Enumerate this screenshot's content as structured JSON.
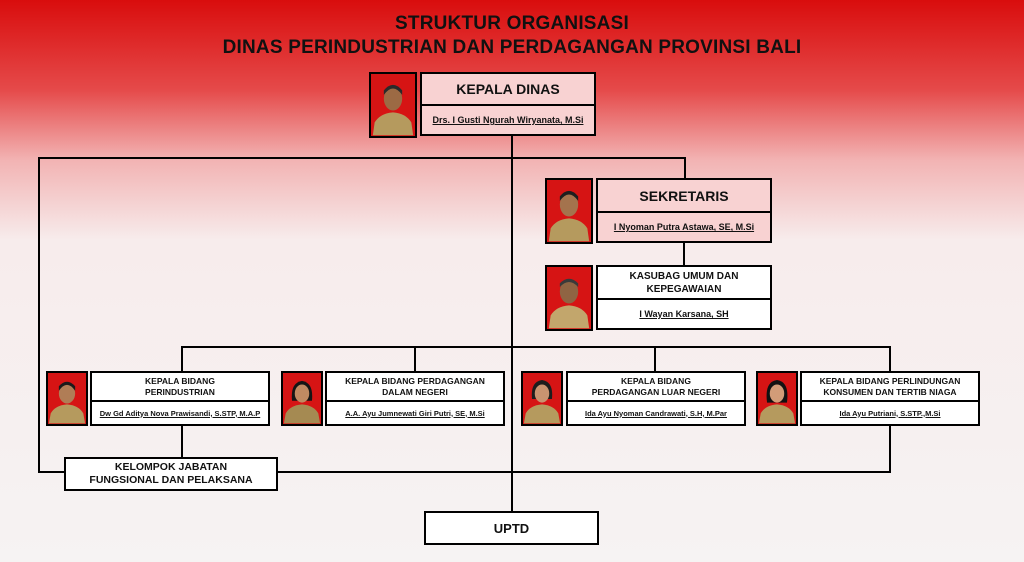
{
  "title": {
    "line1": "STRUKTUR ORGANISASI",
    "line2": "DINAS PERINDUSTRIAN DAN PERDAGANGAN PROVINSI BALI"
  },
  "kepala_dinas": {
    "role": "KEPALA DINAS",
    "name": "Drs. I Gusti Ngurah Wiryanata, M.Si"
  },
  "sekretaris": {
    "role": "SEKRETARIS",
    "name": "I Nyoman Putra Astawa, SE, M.Si"
  },
  "kasubag": {
    "role": "KASUBAG UMUM DAN KEPEGAWAIAN",
    "name": "I Wayan Karsana, SH"
  },
  "bidang": [
    {
      "role": "KEPALA BIDANG PERINDUSTRIAN",
      "name": "Dw Gd Aditya Nova Prawisandi, S.STP, M.A.P"
    },
    {
      "role": "KEPALA BIDANG PERDAGANGAN DALAM NEGERI",
      "name": "A.A. Ayu Jumnewati Giri Putri, SE, M.Si"
    },
    {
      "role": "KEPALA BIDANG PERDAGANGAN LUAR NEGERI",
      "name": "Ida Ayu Nyoman Candrawati, S.H, M.Par"
    },
    {
      "role": "KEPALA BIDANG PERLINDUNGAN KONSUMEN DAN TERTIB NIAGA",
      "name": "Ida Ayu Putriani, S.STP.,M.Si"
    }
  ],
  "kelompok": {
    "label": "KELOMPOK JABATAN FUNGSIONAL DAN PELAKSANA"
  },
  "uptd": {
    "label": "UPTD"
  },
  "colors": {
    "header_red": "#d90d0d",
    "photo_bg": "#d61414",
    "box_highlight": "#f8d2d2"
  }
}
